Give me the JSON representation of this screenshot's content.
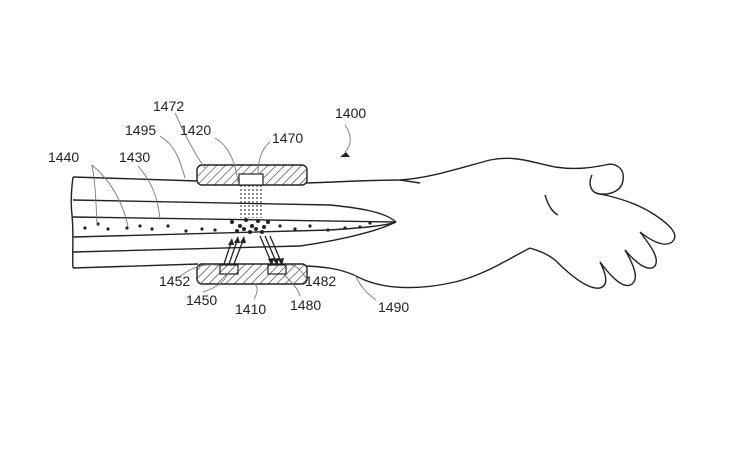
{
  "figure": {
    "reference": "1400",
    "labels": {
      "l1472": "1472",
      "l1400": "1400",
      "l1495": "1495",
      "l1420": "1420",
      "l1470": "1470",
      "l1440": "1440",
      "l1430": "1430",
      "l1452": "1452",
      "l1482": "1482",
      "l1450": "1450",
      "l1410": "1410",
      "l1480": "1480",
      "l1490": "1490"
    }
  }
}
